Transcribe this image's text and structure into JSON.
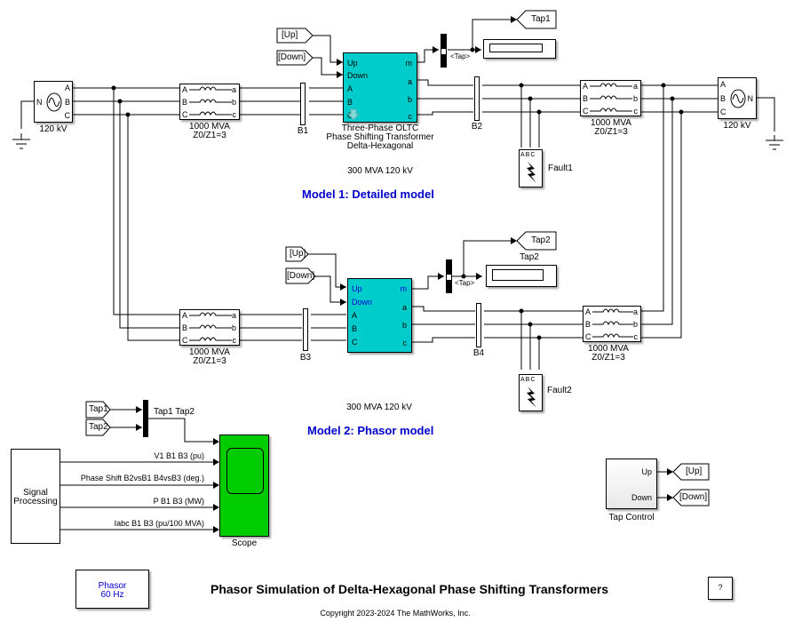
{
  "diagram": {
    "title": "Phasor Simulation of  Delta-Hexagonal Phase Shifting Transformers",
    "copyright": "Copyright 2023-2024 The MathWorks, Inc.",
    "help_button": "?",
    "model1_label": "Model 1:  Detailed model",
    "model2_label": "Model 2:  Phasor model",
    "sources": {
      "left": {
        "label": "120 kV",
        "ports": [
          "A",
          "B",
          "C"
        ],
        "neutral": "N"
      },
      "right": {
        "label": "120 kV",
        "ports": [
          "A",
          "B",
          "C"
        ],
        "neutral": "N"
      }
    },
    "impedances": [
      {
        "label1": "1000 MVA",
        "label2": "Z0/Z1=3",
        "in": [
          "A",
          "B",
          "C"
        ],
        "out": [
          "a",
          "b",
          "c"
        ]
      },
      {
        "label1": "1000 MVA",
        "label2": "Z0/Z1=3",
        "in": [
          "A",
          "B",
          "C"
        ],
        "out": [
          "a",
          "b",
          "c"
        ]
      },
      {
        "label1": "1000 MVA",
        "label2": "Z0/Z1=3",
        "in": [
          "A",
          "B",
          "C"
        ],
        "out": [
          "a",
          "b",
          "c"
        ]
      },
      {
        "label1": "1000 MVA",
        "label2": "Z0/Z1=3",
        "in": [
          "A",
          "B",
          "C"
        ],
        "out": [
          "a",
          "b",
          "c"
        ]
      }
    ],
    "buses": [
      "B1",
      "B2",
      "B3",
      "B4"
    ],
    "transformer1": {
      "name_line1": "Three-Phase OLTC",
      "name_line2": "Phase Shifting Transformer",
      "name_line3": "Delta-Hexagonal",
      "rating": "300 MVA 120 kV",
      "ports_in": [
        "Up",
        "Down",
        "A",
        "B",
        "C"
      ],
      "ports_out": [
        "m",
        "a",
        "b",
        "c"
      ]
    },
    "transformer2": {
      "rating": "300 MVA 120 kV",
      "ports_in": [
        "Up",
        "Down",
        "A",
        "B",
        "C"
      ],
      "ports_out": [
        "m",
        "a",
        "b",
        "c"
      ]
    },
    "from_tags": {
      "up": "[Up]",
      "down": "[Down]",
      "tap1": "Tap1",
      "tap2": "Tap2"
    },
    "goto_tags": {
      "tap1": "Tap1",
      "tap2": "Tap2",
      "up": "[Up]",
      "down": "[Down]"
    },
    "tap_signal": "<Tap>",
    "tap2_display_label": "Tap2",
    "faults": [
      "Fault1",
      "Fault2"
    ],
    "fault_ports": [
      "A",
      "B",
      "C"
    ],
    "mux_label": "Tap1 Tap2",
    "signal_processing": {
      "line1": "Signal",
      "line2": "Processing"
    },
    "signals": [
      "V1 B1 B3  (pu)",
      "Phase Shift  B2vsB1  B4vsB3 (deg.)",
      "P B1 B3 (MW)",
      "Iabc B1 B3 (pu/100 MVA)"
    ],
    "scope_label": "Scope",
    "tap_control": {
      "label": "Tap Control",
      "out_up": "Up",
      "out_down": "Down"
    },
    "powergui": {
      "line1": "Phasor",
      "line2": "60 Hz"
    },
    "colors": {
      "transformer": "#00cccc",
      "scope": "#00cc00",
      "model_label": "#0000cc",
      "powergui_text": "#0000cc"
    }
  }
}
